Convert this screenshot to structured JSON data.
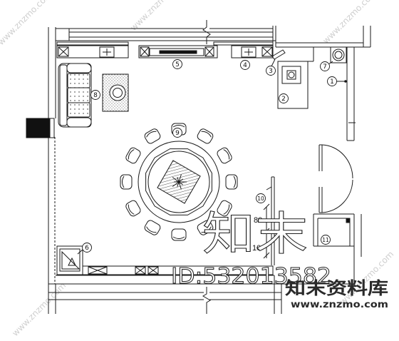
{
  "callouts": [
    "1",
    "2",
    "3",
    "4",
    "5",
    "6",
    "7",
    "8",
    "9",
    "10",
    "11"
  ],
  "dimensions": {
    "upper": "80",
    "lower": "10"
  },
  "watermark": {
    "title": "知末",
    "id": "ID:532013582",
    "brand": "知末资料库",
    "url": "www.znzmo.com",
    "diagonal": "www.znzmo.com"
  },
  "colors": {
    "line": "#1a1a1a",
    "background": "#ffffff",
    "watermark_faint": "#cfcfcf"
  }
}
